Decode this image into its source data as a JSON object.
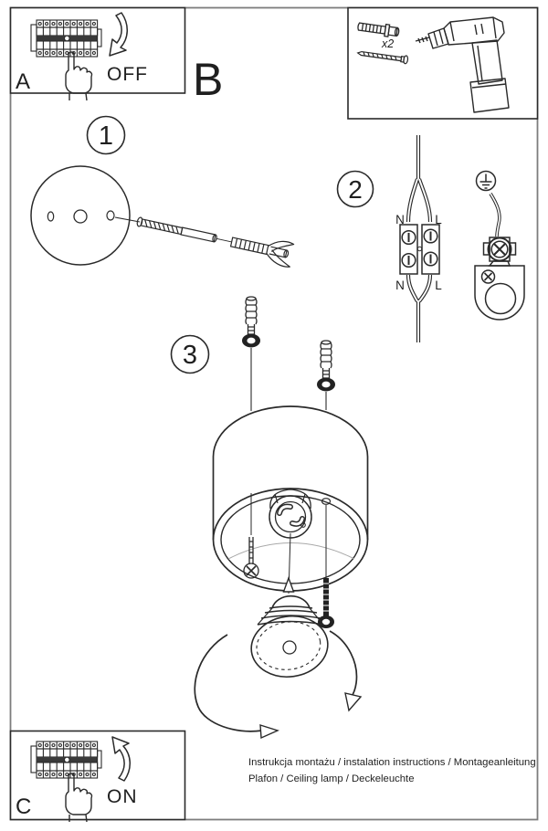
{
  "panel_a": {
    "label": "A",
    "action": "OFF"
  },
  "panel_b": {
    "label": "B",
    "quantity": "x2"
  },
  "panel_c": {
    "label": "C",
    "action": "ON"
  },
  "steps": {
    "step1": "1",
    "step2": "2",
    "step3": "3"
  },
  "wiring": {
    "n_top": "N",
    "l_top": "L",
    "n_bottom": "N",
    "l_bottom": "L"
  },
  "footer": {
    "line1": "Instrukcja montażu / instalation instructions / Montageanleitung",
    "line2": "Plafon / Ceiling lamp / Deckeleuchte"
  },
  "colors": {
    "ink": "#2a2a2a",
    "frame": "#7d7d7d",
    "background": "#ffffff"
  }
}
